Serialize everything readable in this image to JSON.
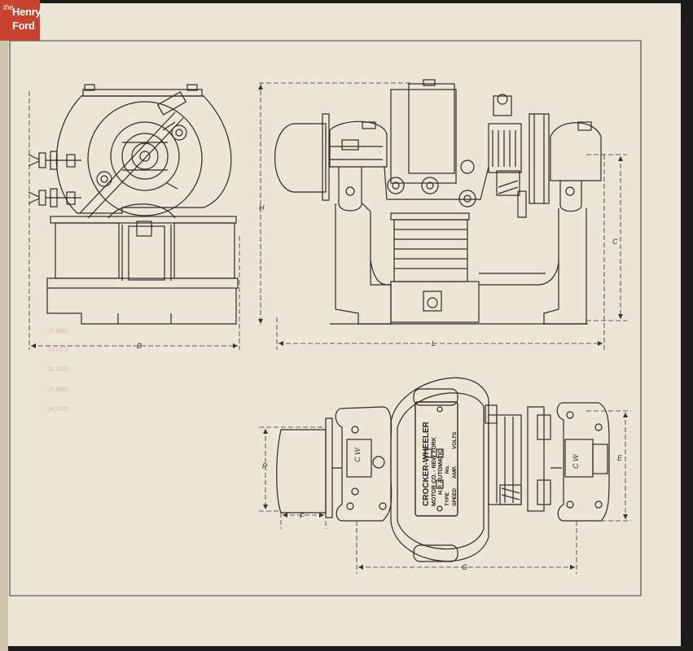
{
  "logo": {
    "prefix": "the",
    "line1": "Henry",
    "line2": "Ford"
  },
  "dimensions": {
    "B": "B",
    "H": "H",
    "L": "L",
    "C": "C",
    "P": "P",
    "F": "F",
    "G": "G",
    "E": "E"
  },
  "nameplate": {
    "line1": "CROCKER-WHEELER",
    "line2": "MOTOR CO. - NEW YORK",
    "line3": "H.P. AUTOMATIC",
    "line4": "TYPE",
    "line4b": "No.",
    "line5": "SPEED",
    "line5b": "AMP.",
    "line5c": "VOLTS"
  },
  "end_marks": {
    "left": "C W",
    "right": "C W"
  },
  "stamps": [
    "50,1663",
    "50,1673",
    "50,1683",
    "50,1693",
    "50,1703"
  ]
}
